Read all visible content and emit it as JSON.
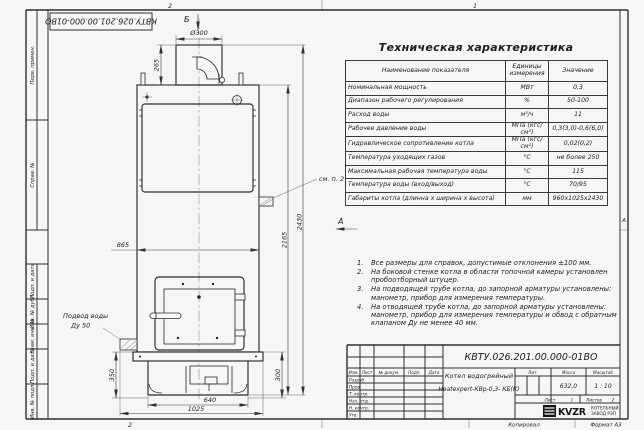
{
  "frame": {
    "zones_top": [
      "2",
      "1"
    ],
    "zone_bottom": "2",
    "zone_right": "А",
    "margin_labels": [
      "Перв. примен.",
      "Справ. №",
      "Подп. и дата",
      "Инв. № дубл.",
      "Взам. инв. №",
      "Подп. и дата",
      "Инв. № подл."
    ],
    "stamp_number": "КВТУ.026.201.00.000-01ВО",
    "copy_label": "Копировал",
    "format_label": "Формат А3"
  },
  "drawing": {
    "view_b": "Б",
    "view_a": "А",
    "dims": {
      "flue_d": "Ø300",
      "flue_h": "265",
      "width": "865",
      "h_body": "2165",
      "h_total": "2430",
      "base_h_l": "350",
      "base_h_r": "300",
      "base_w": "640",
      "depth": "1025"
    },
    "callouts": {
      "see_note": "см. п. 2",
      "water_inlet_1": "Подвод воды",
      "water_inlet_2": "Ду 50"
    }
  },
  "spec_table": {
    "title": "Техническая характеристика",
    "headers": {
      "name": "Наименование показателя",
      "units": "Единицы измерения",
      "value": "Значение"
    },
    "rows": [
      {
        "name": "Номинальная мощность",
        "units": "МВт",
        "value": "0,3"
      },
      {
        "name": "Диапазон рабочего регулирования",
        "units": "%",
        "value": "50-100"
      },
      {
        "name": "Расход воды",
        "units": "м³/ч",
        "value": "11"
      },
      {
        "name": "Рабочее давление воды",
        "units": "МПа (кгс/см²)",
        "value": "0,3(3,0)-0,6(6,0)"
      },
      {
        "name": "Гидравлическое сопротивление котла",
        "units": "МПа (кгс/см²)",
        "value": "0,02(0,2)"
      },
      {
        "name": "Температура уходящих газов",
        "units": "°С",
        "value": "не более 250"
      },
      {
        "name": "Максимальная рабочая температура воды",
        "units": "°С",
        "value": "115"
      },
      {
        "name": "Температура воды (вход/выход)",
        "units": "°С",
        "value": "70/95"
      },
      {
        "name": "Габариты котла (длинна х ширина х высота)",
        "units": "мм",
        "value": "960х1025х2430"
      }
    ]
  },
  "notes": {
    "items": [
      {
        "num": "1.",
        "text": "Все размеры для справок, допустимые отклонения ±100 мм."
      },
      {
        "num": "2.",
        "text": "На боковой стенке котла в области топочной камеры установлен пробоотборный штуцер."
      },
      {
        "num": "3.",
        "text": "На подводящей трубе котла, до запорной арматуры установлены: манометр, прибор для измерения температуры."
      },
      {
        "num": "4.",
        "text": "На отводящей трубе котла, до запорной арматуры установлены: манометр, прибор для измерения температуры и обвод с обратным клапаном Ду не менее 40 мм."
      }
    ]
  },
  "title_block": {
    "doc_number": "КВТУ.026.201.00.000-01ВО",
    "product_name_1": "Котел водогрейный",
    "product_name_2": "Heatexpert-КВр-0,3- КБ(К)",
    "col_izm": "Изм.",
    "col_list": "Лист",
    "col_doc": "№ докум.",
    "col_podp": "Подп.",
    "col_data": "Дата",
    "row_razrab": "Разраб.",
    "row_prov": "Пров.",
    "row_tkontr": "Т. контр.",
    "row_nachotd": "Нач. отд.",
    "row_nkontr": "Н. контр.",
    "row_utv": "Утв.",
    "lit_label": "Лит.",
    "mass_label": "Масса",
    "scale_label": "Масштаб",
    "mass_value": "632,0",
    "scale_value": "1 : 10",
    "sheet_label": "Лист",
    "sheet_value": "1",
    "sheets_label": "Листов",
    "sheets_value": "2",
    "logo_text": "KVZR",
    "logo_sub1": "КОТЕЛЬНЫЙ",
    "logo_sub2": "ЗАВОД РЭП"
  }
}
